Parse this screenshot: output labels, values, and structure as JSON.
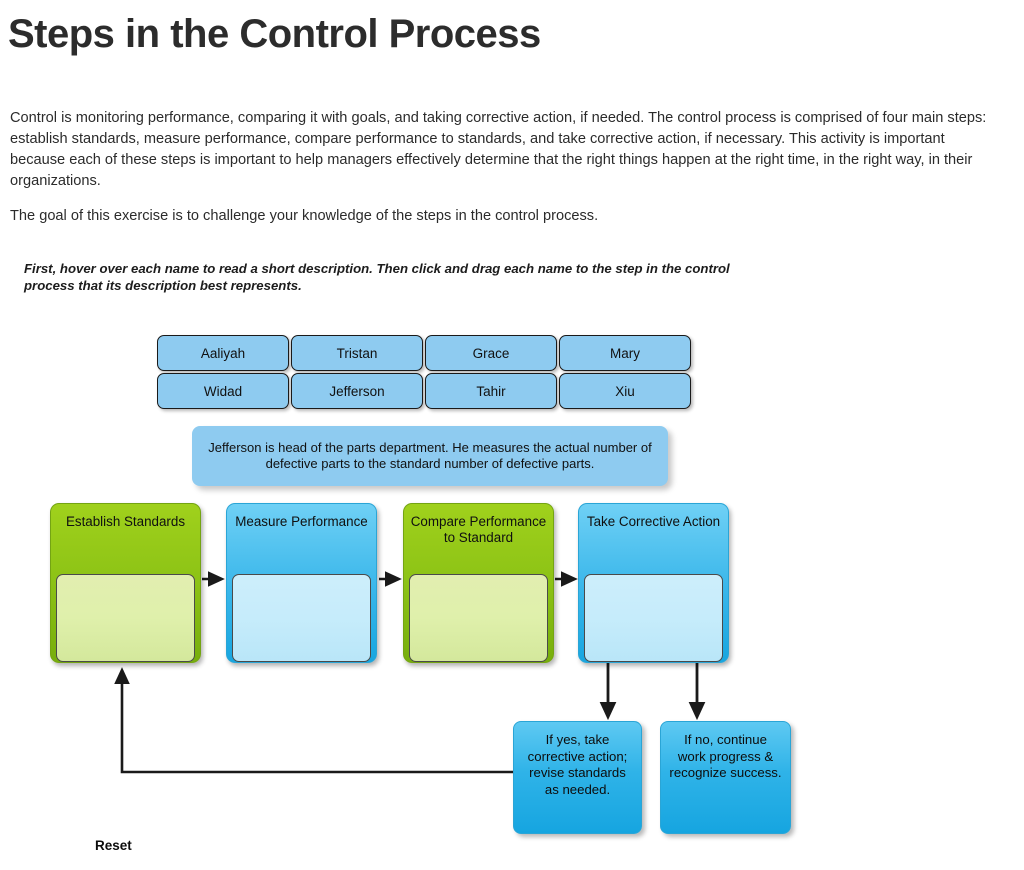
{
  "page": {
    "title": "Steps in the Control Process",
    "intro_paragraph": "Control is monitoring performance, comparing it with goals, and taking corrective action, if needed. The control process is comprised of four main steps: establish standards, measure performance, compare performance to standards, and take corrective action, if necessary. This activity is important because each of these steps is important to help managers effectively determine that the right things happen at the right time, in the right way, in their organizations.",
    "goal_paragraph": "The goal of this exercise is to challenge your knowledge of the steps in the control process.",
    "instruction": "First, hover over each name to read a short description. Then click and drag each name to the step in the control process that its description best represents."
  },
  "names": {
    "row1": [
      {
        "label": "Aaliyah"
      },
      {
        "label": "Tristan"
      },
      {
        "label": "Grace"
      },
      {
        "label": "Mary"
      }
    ],
    "row2": [
      {
        "label": "Widad"
      },
      {
        "label": "Jefferson"
      },
      {
        "label": "Tahir"
      },
      {
        "label": "Xiu"
      }
    ]
  },
  "tooltip": {
    "visible_for": "Jefferson",
    "text": "Jefferson is head of the parts department. He measures the actual number of defective parts to the standard number of defective parts."
  },
  "steps": [
    {
      "label": "Establish Standards",
      "color": "green",
      "accent": "#8ec416"
    },
    {
      "label": "Measure Performance",
      "color": "blue",
      "accent": "#38b6ea"
    },
    {
      "label": "Compare Performance to Standard",
      "color": "green",
      "accent": "#8ec416"
    },
    {
      "label": "Take Corrective Action",
      "color": "blue",
      "accent": "#38b6ea"
    }
  ],
  "outcomes": [
    {
      "label": "If yes, take corrective action; revise standards as needed."
    },
    {
      "label": "If no, continue work progress & recognize success."
    }
  ],
  "controls": {
    "reset_label": "Reset"
  },
  "colors": {
    "tile_blue": "#8ecbf0",
    "step_green": "#8ec416",
    "step_blue": "#38b6ea",
    "dropzone_green": "#dff0ab",
    "dropzone_blue": "#c6ecfb",
    "outcome_blue": "#2fb3e8",
    "title_gray": "#2c2c2c",
    "arrow_black": "#1a1a1a"
  }
}
